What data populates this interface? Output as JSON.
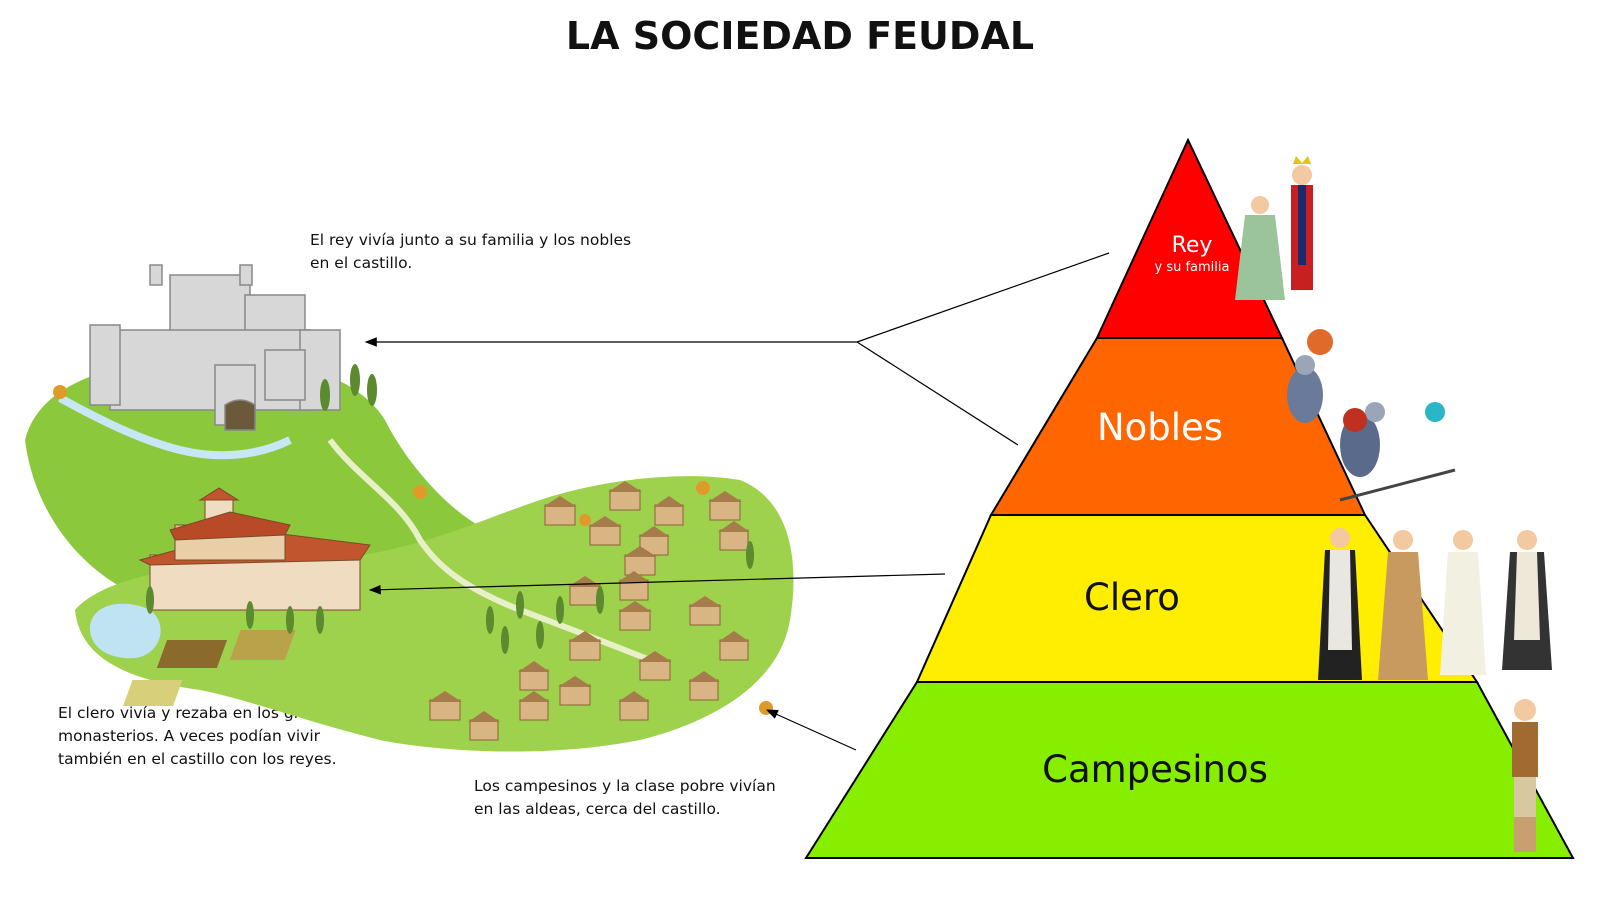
{
  "title": "LA SOCIEDAD FEUDAL",
  "notes": {
    "castle": [
      "El rey vivía junto a su familia y los nobles",
      "en el castillo."
    ],
    "monastery": [
      "El clero vivía y rezaba en los grandes",
      "monasterios. A veces podían vivir",
      "también en el castillo con los reyes."
    ],
    "village": [
      "Los campesinos y la clase pobre vivían",
      "en las aldeas, cerca del castillo."
    ]
  },
  "pyramid": {
    "levels": [
      {
        "label": "Rey",
        "sublabel": "y su familia",
        "color": "#ff0000"
      },
      {
        "label": "Nobles",
        "color": "#ff6600"
      },
      {
        "label": "Clero",
        "color": "#ffee00"
      },
      {
        "label": "Campesinos",
        "color": "#88ee00"
      }
    ]
  }
}
